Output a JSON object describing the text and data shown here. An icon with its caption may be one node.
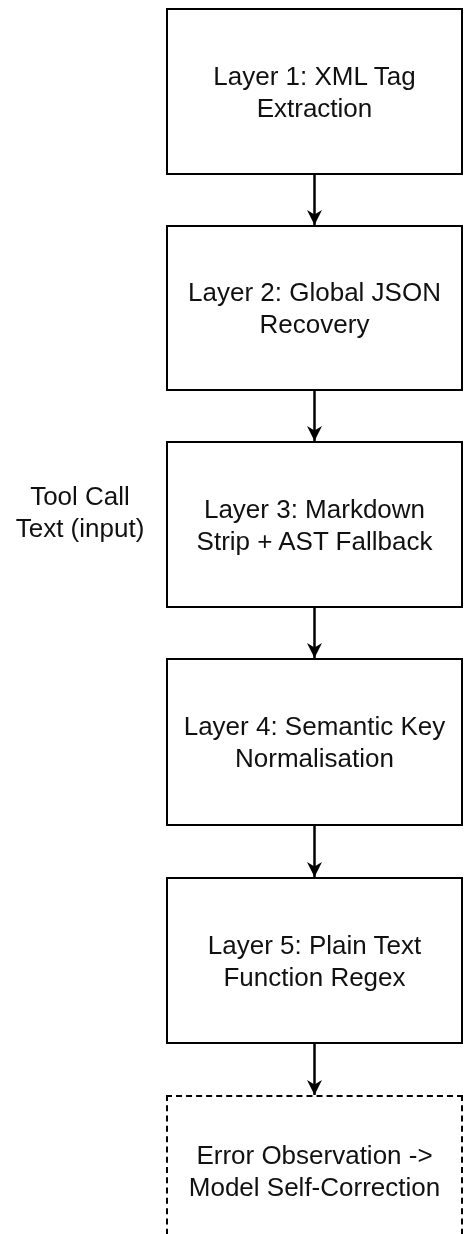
{
  "diagram": {
    "nodes": [
      {
        "text": [
          "Layer 1: XML Tag Extraction"
        ]
      },
      {
        "text": [
          "Layer 2: Global JSON Recovery"
        ]
      },
      {
        "text": [
          "Layer 3: Markdown Strip + AST Fallback"
        ]
      },
      {
        "text": [
          "Layer 4: Semantic Key Normalisation"
        ]
      },
      {
        "text": [
          "Layer 5: Plain Text Function Regex"
        ]
      },
      {
        "text": [
          "Error Observation -> Model Self-Correction"
        ]
      }
    ],
    "edges": [
      {
        "from": 0,
        "to": 1,
        "arrow": "to"
      },
      {
        "from": 1,
        "to": 2,
        "arrow": "to"
      },
      {
        "from": 2,
        "to": 3,
        "arrow": "to"
      },
      {
        "from": 3,
        "to": 4,
        "arrow": "to"
      },
      {
        "from": 4,
        "to": 5,
        "arrow": "to"
      }
    ],
    "labels": [
      "Tool Call Text (input)"
    ]
  }
}
